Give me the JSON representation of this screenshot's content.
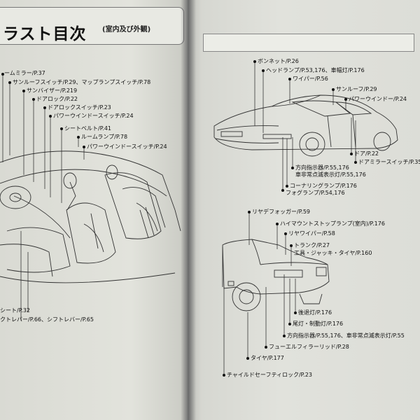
{
  "left_page": {
    "title": "ラスト目次",
    "subtitle": "(室内及び外観)",
    "labels": [
      "ームミラー/P.37",
      "サンルーフスイッチ/P.29、マップランプスイッチ/P.78",
      "サンバイザー/P.219",
      "ドアロック/P.22",
      "ドアロックスイッチ/P.23",
      "パワーウインドースイッチ/P.24",
      "シートベルト/P.41",
      "ルームランプ/P.78",
      "パワーウインドースイッチ/P.24",
      "シート/P.32",
      "クトレバー/P.66、シフトレバー/P.65"
    ]
  },
  "right_page": {
    "front_labels": [
      "ボンネット/P.26",
      "ヘッドランプ/P.53,176、車幅灯/P.176",
      "ワイパー/P.56",
      "サンルーフ/P.29",
      "パワーウインドー/P.24",
      "ドア/P.22",
      "ドアミラースイッチ/P.35",
      "方向指示器/P.55,176",
      "車非常点滅表示灯/P.55,176",
      "コーナリングランプ/P.176",
      "フォグランプ/P.54,176"
    ],
    "rear_labels": [
      "リヤデフォッガー/P.59",
      "ハイマウントストップランプ(室内)/P.176",
      "リヤワイパー/P.58",
      "トランク/P.27",
      "工具・ジャッキ・タイヤ/P.160",
      "後退灯/P.176",
      "尾灯・制動灯/P.176",
      "方向指示器/P.55,176、車非常点滅表示灯/P.55",
      "フューエルフィラーリッド/P.28",
      "タイヤ/P.177",
      "チャイルドセーフティロック/P.23"
    ]
  }
}
